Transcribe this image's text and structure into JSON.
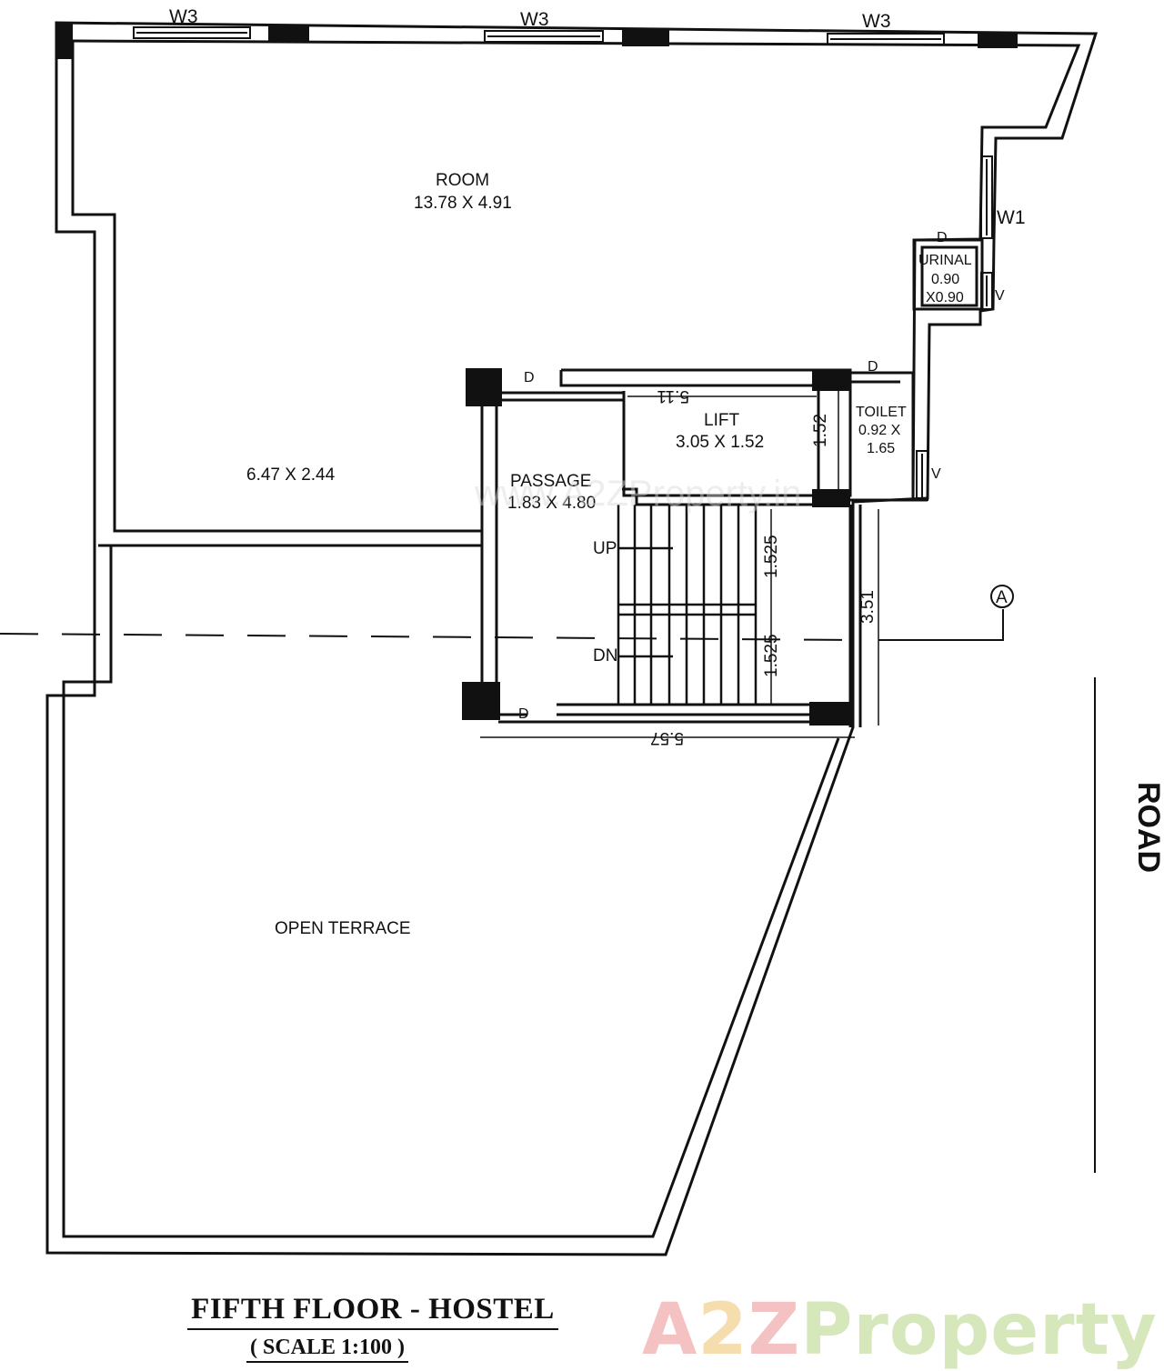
{
  "rooms": {
    "room_name": "ROOM",
    "room_dims": "13.78 X 4.91",
    "room2_dims": "6.47 X 2.44",
    "passage_name": "PASSAGE",
    "passage_dims": "1.83 X 4.80",
    "lift_name": "LIFT",
    "lift_dims": "3.05 X 1.52",
    "toilet_name": "TOILET",
    "toilet_dims_1": "0.92 X",
    "toilet_dims_2": "1.65",
    "urinal_name": "URINAL",
    "urinal_dims_1": "0.90",
    "urinal_dims_2": "X0.90",
    "terrace_name": "OPEN TERRACE"
  },
  "windows": {
    "w3": "W3",
    "w1": "W1",
    "v": "V"
  },
  "doors": {
    "d": "D"
  },
  "stairs": {
    "up": "UP",
    "dn": "DN"
  },
  "dimensions": {
    "lift_width": "5.11",
    "lift_height": "1.52",
    "stair_upper": "1.525",
    "stair_lower": "1.525",
    "stair_right": "3.51",
    "stair_bottom": "5.57"
  },
  "section": {
    "marker": "A"
  },
  "road": {
    "label": "ROAD"
  },
  "title": {
    "main": "FIFTH FLOOR - HOSTEL",
    "scale": "( SCALE 1:100 )"
  },
  "watermark": {
    "a": "A",
    "two": "2",
    "z": "Z",
    "property": "Property",
    "center_text": "www.A2ZProperty.in"
  }
}
